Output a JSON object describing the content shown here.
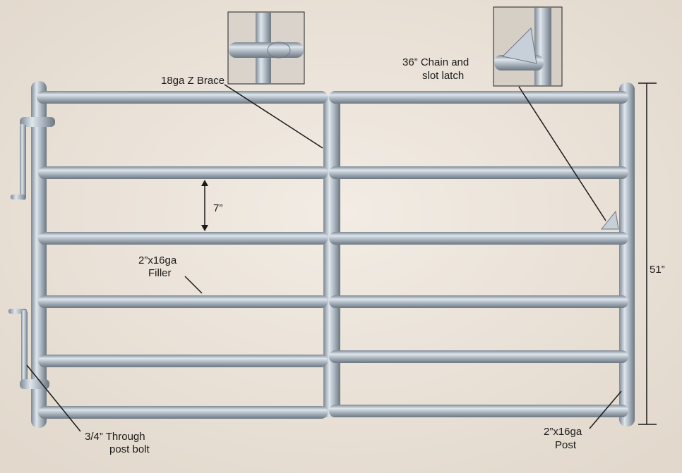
{
  "labels": {
    "z_brace": "18ga Z Brace",
    "latch_line1": "36” Chain and",
    "latch_line2": "slot latch",
    "spacing": "7”",
    "filler_line1": "2”x16ga",
    "filler_line2": "Filler",
    "height": "51”",
    "bolt_line1": "3/4” Through",
    "bolt_line2": "post bolt",
    "post_line1": "2”x16ga",
    "post_line2": "Post"
  },
  "colors": {
    "background": "#ece4da",
    "steel": "#a9b4bf",
    "annotation": "#1a1a1a"
  }
}
